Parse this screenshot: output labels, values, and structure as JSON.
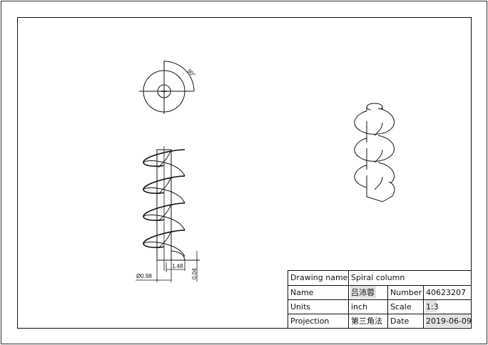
{
  "drawing": {
    "dimensions": {
      "angle": "90°",
      "diameter": "Ø0.98",
      "length": "1.48",
      "offset": "0.04"
    }
  },
  "title_block": {
    "drawing_name_label": "Drawing name",
    "drawing_name": "Spiral column",
    "name_label": "Name",
    "name": "吕沛蓉",
    "number_label": "Number",
    "number": "40623207",
    "units_label": "Units",
    "units": "inch",
    "scale_label": "Scale",
    "scale": "1:3",
    "projection_label": "Projection",
    "projection": "第三角法",
    "date_label": "Date",
    "date": "2019-06-09",
    "highlight_color": "#e3e3e3"
  }
}
